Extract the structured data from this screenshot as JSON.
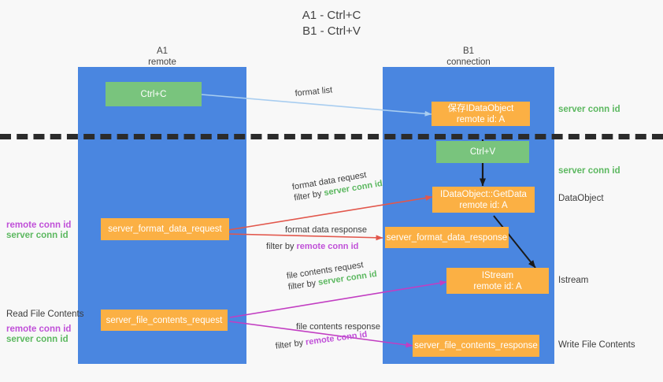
{
  "title": {
    "line1": "A1 - Ctrl+C",
    "line2": "B1 - Ctrl+V"
  },
  "columns": [
    {
      "name": "A1",
      "sub": "remote"
    },
    {
      "name": "B1",
      "sub": "connection"
    }
  ],
  "nodes": {
    "ctrl_c": "Ctrl+C",
    "ctrl_v": "Ctrl+V",
    "save_dataobject_line1": "保存IDataObject",
    "save_dataobject_line2": "remote id: A",
    "getdata_line1": "IDataObject::GetData",
    "getdata_line2": "remote id: A",
    "istream_line1": "IStream",
    "istream_line2": "remote id: A",
    "server_format_data_request": "server_format_data_request",
    "server_format_data_response": "server_format_data_response",
    "server_file_contents_request": "server_file_contents_request",
    "server_file_contents_response": "server_file_contents_response"
  },
  "right_labels": {
    "server_conn_id_top": "server conn id",
    "server_conn_id_mid": "server conn id",
    "dataobject": "DataObject",
    "istream": "Istream",
    "write_file_contents": "Write File Contents"
  },
  "left_labels": {
    "remote_conn_id_1": "remote conn id",
    "server_conn_id_1": "server conn id",
    "read_file_contents": "Read File Contents",
    "remote_conn_id_2": "remote conn id",
    "server_conn_id_2": "server conn id"
  },
  "edges": {
    "format_list": "format list",
    "format_data_request": "format data request",
    "format_data_request_filter_prefix": "filter by ",
    "format_data_request_filter_value": "server conn id",
    "format_data_response": "format data response",
    "format_data_response_filter_prefix": "filter by ",
    "format_data_response_filter_value": "remote conn id",
    "file_contents_request": "file contents request",
    "file_contents_request_filter_prefix": "filter by ",
    "file_contents_request_filter_value": "server conn id",
    "file_contents_response": "file contents response",
    "file_contents_response_filter_prefix": "filter by ",
    "file_contents_response_filter_value": "remote conn id"
  },
  "colors": {
    "lane": "#4a86e0",
    "green_node": "#79c47d",
    "orange_node": "#fbb044",
    "green_text": "#5cb860",
    "purple_text": "#c050d8",
    "light_blue_arrow": "#a8cdf0",
    "red_arrow": "#e2574c",
    "magenta_arrow": "#c23ec2",
    "black_arrow": "#1a1a1a",
    "background": "#f8f8f8"
  }
}
